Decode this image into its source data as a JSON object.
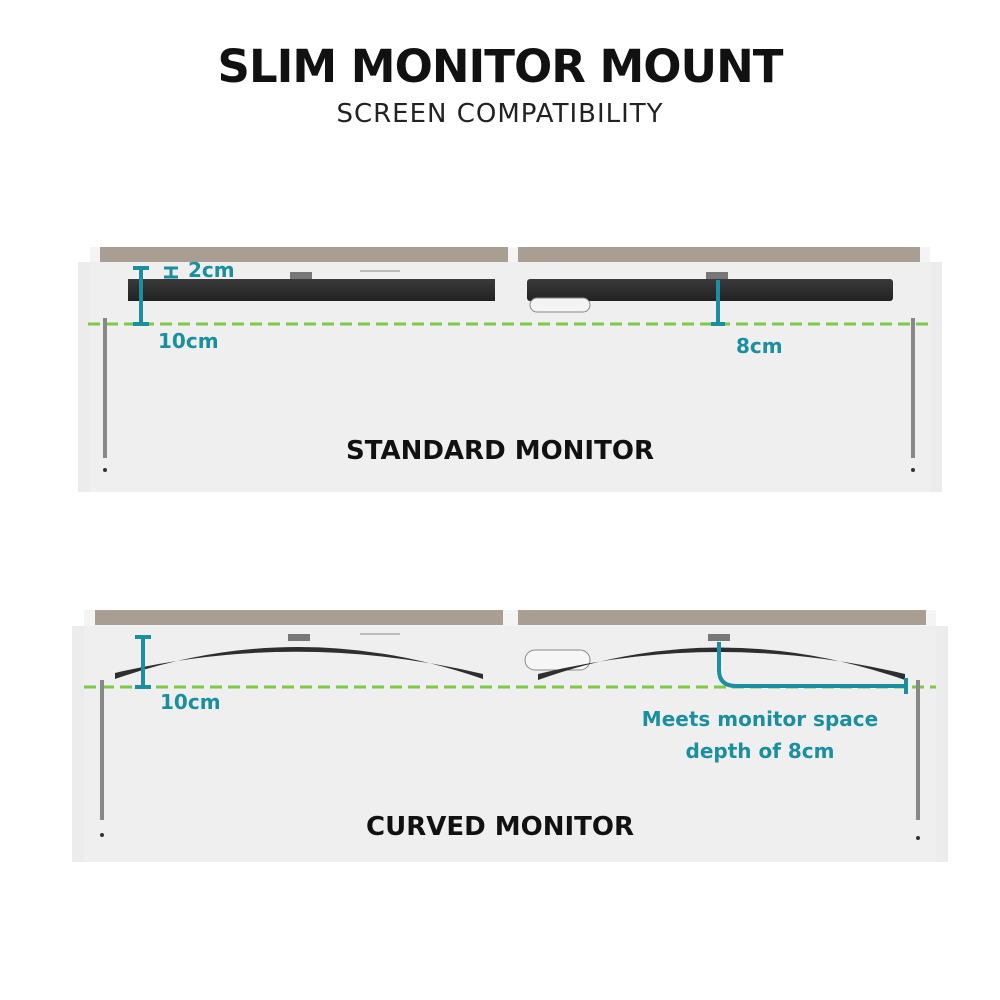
{
  "header": {
    "title": "SLIM MONITOR MOUNT",
    "subtitle": "SCREEN COMPATIBILITY"
  },
  "colors": {
    "accent": "#1a8fa0",
    "guide": "#7dc94a",
    "monitor": "#2e2e2e",
    "desk": "#a89f92"
  },
  "standard": {
    "caption": "STANDARD MONITOR",
    "thickness_label": "2cm",
    "clearance_label": "10cm",
    "depth_label": "8cm"
  },
  "curved": {
    "caption": "CURVED MONITOR",
    "clearance_label": "10cm",
    "note_line1": "Meets monitor space",
    "note_line2": "depth of 8cm"
  }
}
